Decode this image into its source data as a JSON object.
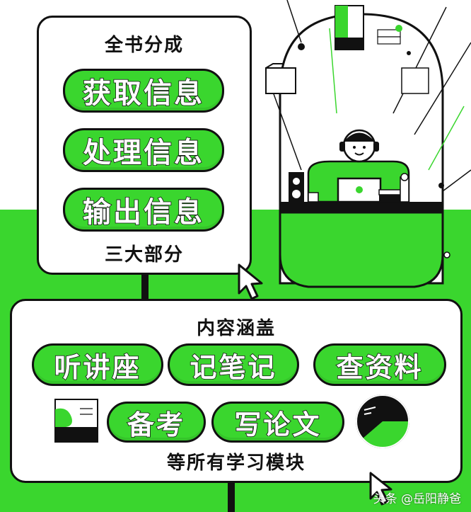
{
  "top_card": {
    "title": "全书分成",
    "items": [
      "获取信息",
      "处理信息",
      "输出信息"
    ],
    "footer": "三大部分"
  },
  "bottom_card": {
    "title": "内容涵盖",
    "row1": [
      "听讲座",
      "记笔记",
      "查资料"
    ],
    "row2": [
      "备考",
      "写论文"
    ],
    "footer": "等所有学习模块"
  },
  "watermark": "头条 @岳阳静爸",
  "colors": {
    "accent_green": "#3ad62e",
    "ink": "#111111",
    "background": "#ffffff"
  }
}
